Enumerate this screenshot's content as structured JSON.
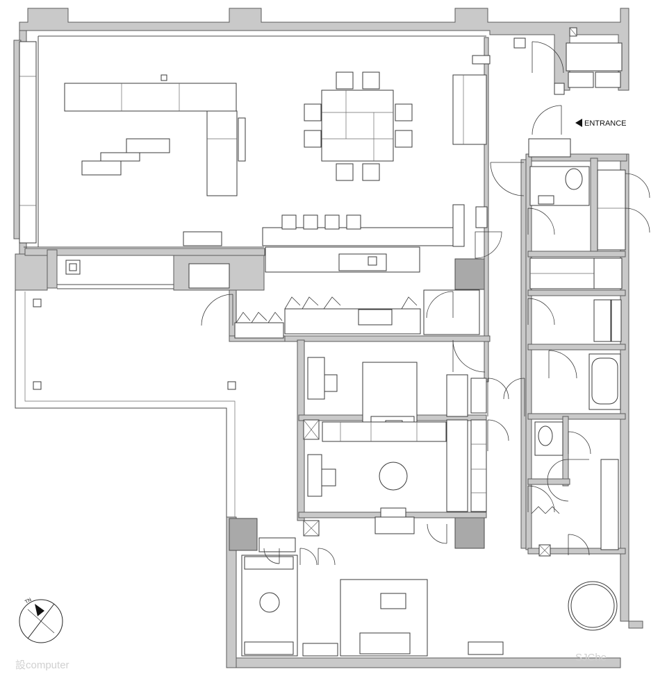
{
  "labels": {
    "entrance": "ENTRANCE",
    "north": "TN"
  },
  "watermarks": {
    "left": "設computer",
    "right": "SJChe"
  }
}
